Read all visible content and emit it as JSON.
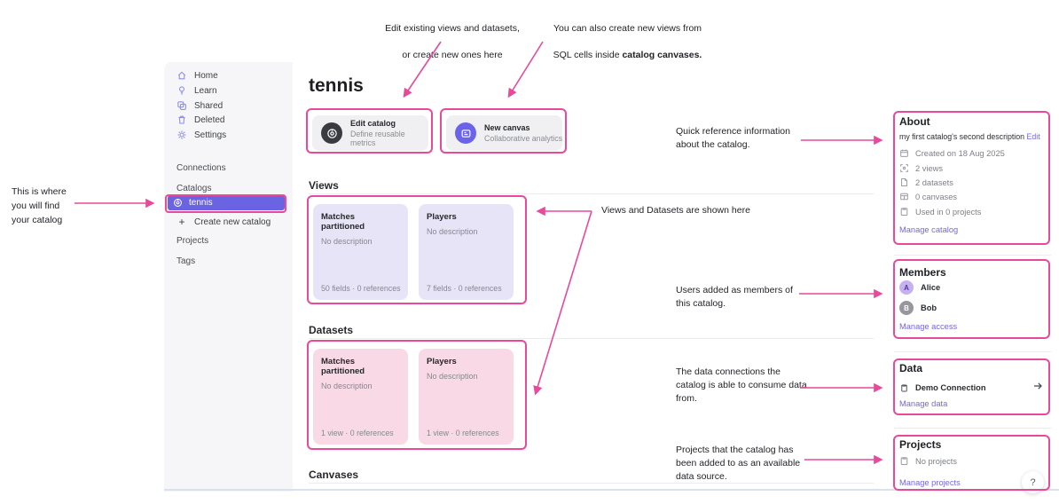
{
  "colors": {
    "annotation_pink": "#E8499A",
    "accent_purple": "#6a63e2",
    "link_purple": "#7467e0",
    "view_card_bg": "#e8e4f8",
    "dataset_card_bg": "#f9d9e6",
    "sidebar_bg": "#f6f6f8"
  },
  "annotations": {
    "edit_note": {
      "line1": "Edit existing views and datasets,",
      "line2": "or create new ones here"
    },
    "canvas_note": {
      "line1": "You can also create new views from",
      "line2_prefix": "SQL cells inside ",
      "line2_bold": "catalog canvases."
    },
    "catalog_note": "This is where\nyou will find\nyour catalog",
    "about_note": "Quick reference information\nabout the catalog.",
    "views_note": "Views and Datasets are shown here",
    "members_note": "Users added as members of\nthis catalog.",
    "data_note": "The data connections the\ncatalog is able to consume data\nfrom.",
    "projects_note": "Projects that the catalog has\nbeen added to as an available\ndata source."
  },
  "sidebar": {
    "nav": [
      {
        "label": "Home",
        "icon": "home-icon"
      },
      {
        "label": "Learn",
        "icon": "lightbulb-icon"
      },
      {
        "label": "Shared",
        "icon": "shared-icon"
      },
      {
        "label": "Deleted",
        "icon": "trash-icon"
      },
      {
        "label": "Settings",
        "icon": "gear-icon"
      }
    ],
    "sections": {
      "connections_label": "Connections",
      "catalogs_label": "Catalogs",
      "selected_catalog": "tennis",
      "selected_catalog_icon": "catalog-icon",
      "create_catalog": "Create new catalog",
      "projects_label": "Projects",
      "tags_label": "Tags"
    }
  },
  "main": {
    "title": "tennis",
    "actions": [
      {
        "label": "Edit catalog",
        "sublabel": "Define reusable metrics",
        "icon": "catalog-icon"
      },
      {
        "label": "New canvas",
        "sublabel": "Collaborative analytics",
        "icon": "canvas-icon"
      }
    ],
    "views": {
      "heading": "Views",
      "cards": [
        {
          "title": "Matches partitioned",
          "description": "No description",
          "meta": "50 fields · 0 references"
        },
        {
          "title": "Players",
          "description": "No description",
          "meta": "7 fields · 0 references"
        }
      ]
    },
    "datasets": {
      "heading": "Datasets",
      "cards": [
        {
          "title": "Matches partitioned",
          "description": "No description",
          "meta": "1 view · 0 references"
        },
        {
          "title": "Players",
          "description": "No description",
          "meta": "1 view · 0 references"
        }
      ]
    },
    "canvases_heading": "Canvases"
  },
  "panels": {
    "about": {
      "heading": "About",
      "description": "my first catalog's second description",
      "edit_link": "Edit",
      "items": [
        {
          "icon": "calendar-icon",
          "text": "Created on 18 Aug 2025"
        },
        {
          "icon": "views-icon",
          "text": "2 views"
        },
        {
          "icon": "dataset-icon",
          "text": "2 datasets"
        },
        {
          "icon": "canvases-icon",
          "text": "0 canvases"
        },
        {
          "icon": "project-icon",
          "text": "Used in 0 projects"
        }
      ],
      "manage_link": "Manage catalog"
    },
    "members": {
      "heading": "Members",
      "members": [
        {
          "initial": "A",
          "name": "Alice"
        },
        {
          "initial": "B",
          "name": "Bob"
        }
      ],
      "manage_link": "Manage access"
    },
    "data": {
      "heading": "Data",
      "connection": "Demo Connection",
      "connection_icon": "database-icon",
      "manage_link": "Manage data"
    },
    "projects": {
      "heading": "Projects",
      "empty_text": "No projects",
      "manage_link": "Manage projects"
    }
  },
  "help_button_label": "?"
}
